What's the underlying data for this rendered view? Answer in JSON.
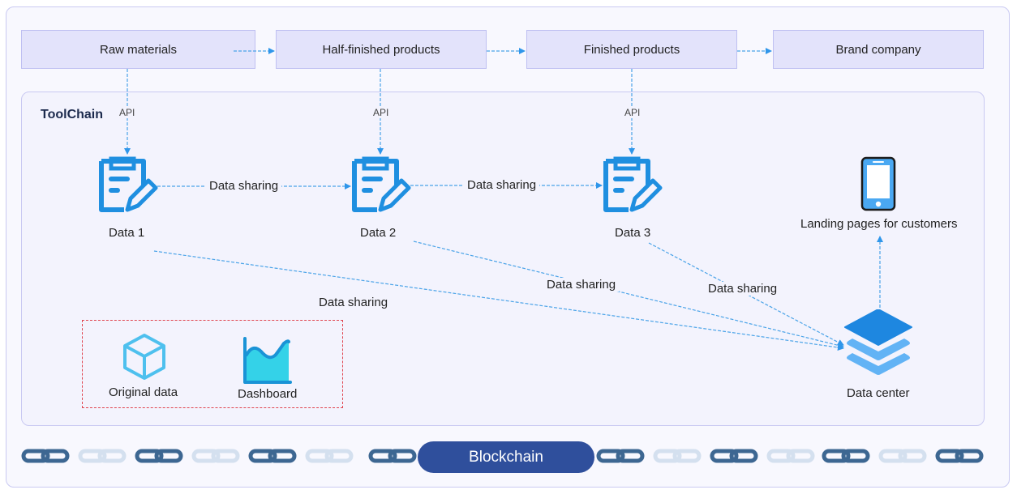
{
  "stages": [
    {
      "label": "Raw materials"
    },
    {
      "label": "Half-finished products"
    },
    {
      "label": "Finished products"
    },
    {
      "label": "Brand company"
    }
  ],
  "toolchain": {
    "title": "ToolChain",
    "api_label": "API",
    "data_nodes": [
      {
        "label": "Data 1",
        "icon": "clipboard-edit-icon"
      },
      {
        "label": "Data 2",
        "icon": "clipboard-edit-icon"
      },
      {
        "label": "Data 3",
        "icon": "clipboard-edit-icon"
      }
    ],
    "sharing_label": "Data sharing",
    "landing": {
      "label": "Landing pages for customers",
      "icon": "smartphone-icon"
    },
    "data_center": {
      "label": "Data center",
      "icon": "layers-icon"
    },
    "group": [
      {
        "label": "Original data",
        "icon": "cube-icon"
      },
      {
        "label": "Dashboard",
        "icon": "area-chart-icon"
      }
    ]
  },
  "blockchain": {
    "label": "Blockchain",
    "chain_pattern": [
      "dark",
      "light",
      "dark",
      "light",
      "dark",
      "light",
      "dark",
      "dark",
      "light",
      "dark",
      "light",
      "dark",
      "light",
      "dark"
    ]
  },
  "colors": {
    "accent": "#1f8fe0",
    "connector": "#4aa3e8",
    "stage_fill": "#e3e3fb",
    "highlight_border": "#e0454f",
    "blockchain_pill": "#2f4f9c",
    "chain_dark": "#3d6792",
    "chain_light": "#d4e0ef"
  }
}
